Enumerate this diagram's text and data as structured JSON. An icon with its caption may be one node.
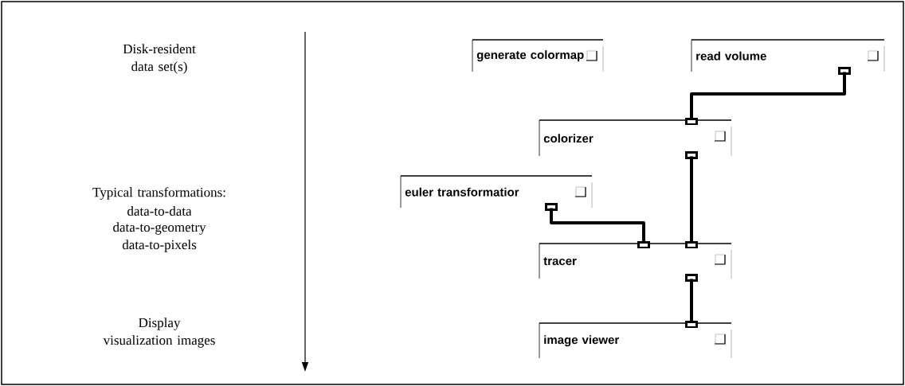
{
  "diagram": {
    "nodes": [
      {
        "text": [
          "generate colormap"
        ]
      },
      {
        "text": [
          "read volume"
        ]
      },
      {
        "text": [
          "colorizer"
        ]
      },
      {
        "text": [
          "euler transformatior"
        ]
      },
      {
        "text": [
          "tracer"
        ]
      },
      {
        "text": [
          "image viewer"
        ]
      }
    ],
    "edges": [
      {
        "from": 1,
        "to": 2,
        "arrow": "none"
      },
      {
        "from": 2,
        "to": 4,
        "arrow": "none"
      },
      {
        "from": 3,
        "to": 4,
        "arrow": "none"
      },
      {
        "from": 4,
        "to": 5,
        "arrow": "none"
      }
    ],
    "labels": [
      "Disk-resident data set(s)",
      "Typical transformations:",
      "data-to-data",
      "data-to-geometry",
      "data-to-pixels",
      "Display visualization images"
    ]
  }
}
